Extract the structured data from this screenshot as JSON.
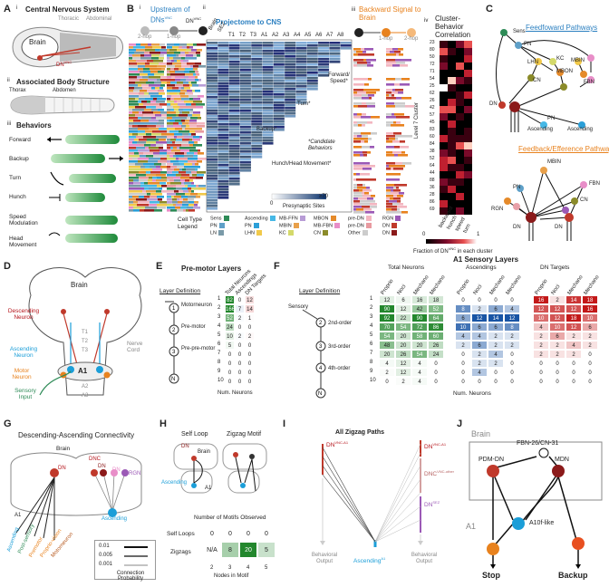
{
  "panelA": {
    "letter": "A",
    "i_label": "i",
    "i_title": "Central Nervous System",
    "thoracic": "Thoracic",
    "abdominal": "Abdominal",
    "brain": "Brain",
    "dn_vnc": "DN",
    "dn_sup": "VNC",
    "ii_label": "ii",
    "ii_title": "Associated Body Structure",
    "thorax": "Thorax",
    "abdomen": "Abdomen",
    "iii_label": "iii",
    "iii_title": "Behaviors",
    "behaviors": [
      "Forward",
      "Backup",
      "Turn",
      "Hunch",
      "Speed Modulation",
      "Head Movement"
    ]
  },
  "panelB": {
    "letter": "B",
    "i_label": "i",
    "i_title": "Upstream of DNs",
    "i_sup": "VNC",
    "hop2": "2-hop",
    "hop1": "1-hop",
    "dn": "DN",
    "dn_sup": "VNC",
    "ii_label": "ii",
    "ii_title": "Projectome to CNS",
    "segments": [
      "Brain",
      "SEZ",
      "T1",
      "T2",
      "T3",
      "A1",
      "A2",
      "A3",
      "A4",
      "A5",
      "A6",
      "A7",
      "A8"
    ],
    "forward_speed": "Forward/ Speed*",
    "turn": "Turn*",
    "backup": "Backup*",
    "candidate": "*Candidate Behaviors",
    "hunch": "Hunch/Head Movement*",
    "colorbar_min": "0",
    "colorbar_max": "≥70",
    "colorbar_label": "Presynaptic Sites",
    "iii_label": "iii",
    "iii_title": "Backward Signal to Brain",
    "iii_hop1": "1-hop",
    "iii_hop2": "2-hop",
    "iv_label": "iv",
    "iv_title": "Cluster-Behavior Correlation",
    "cluster_axis": "Level 7 Cluster",
    "cluster_ids": [
      "23",
      "80",
      "50",
      "72",
      "71",
      "54",
      "25",
      "62",
      "26",
      "42",
      "57",
      "45",
      "83",
      "60",
      "84",
      "38",
      "52",
      "64",
      "44",
      "88",
      "36",
      "28",
      "86",
      "69"
    ],
    "iv_cols": [
      "backward",
      "hunch",
      "speed",
      "turn"
    ],
    "iv_scale_min": "0",
    "iv_scale_max": "1",
    "iv_caption": "Fraction of DN",
    "iv_caption_sup": "VNC",
    "iv_caption_tail": " in each cluster",
    "legend_title": "Cell Type Legend",
    "legend": [
      {
        "label": "Sens",
        "color": "#2e8b57"
      },
      {
        "label": "PN",
        "color": "#5fa0c8"
      },
      {
        "label": "LN",
        "color": "#7a9aa8"
      },
      {
        "label": "Ascending",
        "color": "#46b8e6"
      },
      {
        "label": "PN",
        "color": "#2a9fd8"
      },
      {
        "label": "LHN",
        "color": "#f1c94a"
      },
      {
        "label": "MB-FFN",
        "color": "#b89cd6"
      },
      {
        "label": "MBIN",
        "color": "#e8a04a"
      },
      {
        "label": "KC",
        "color": "#d4d96a"
      },
      {
        "label": "MBON",
        "color": "#e58a2a"
      },
      {
        "label": "MB-FBN",
        "color": "#e88ec8"
      },
      {
        "label": "CN",
        "color": "#8b8b2a"
      },
      {
        "label": "pre-DN",
        "color": "#f3b6c0"
      },
      {
        "label": "pre-DN",
        "color": "#e89aa0"
      },
      {
        "label": "Other",
        "color": "#cccccc"
      },
      {
        "label": "RGN",
        "color": "#9b59b6"
      },
      {
        "label": "DN",
        "color": "#c0392b"
      },
      {
        "label": "DN",
        "color": "#8b1a1a"
      }
    ]
  },
  "panelC": {
    "letter": "C",
    "ff_title": "Feedfoward Pathways",
    "fb_title": "Feedback/Efference Pathways",
    "ff_nodes": [
      "Sens",
      "PN",
      "LHN",
      "KC",
      "MBON",
      "MBIN",
      "CN",
      "FBN",
      "DN",
      "PN",
      "Ascending",
      "Ascending"
    ],
    "fb_nodes": [
      "MBIN",
      "PN",
      "RGN",
      "FBN",
      "CN",
      "DN",
      "DN"
    ]
  },
  "panelD": {
    "letter": "D",
    "brain": "Brain",
    "descending": "Descending Neuron",
    "ascending": "Ascending Neuron",
    "motor": "Motor Neuron",
    "sensory": "Sensory Input",
    "nerve_cord": "Nerve Cord",
    "a1": "A1",
    "segs": [
      "T1",
      "T2",
      "T3",
      "A2",
      "A3"
    ]
  },
  "panelE": {
    "letter": "E",
    "title": "Pre-motor Layers",
    "layer_def": "Layer Definition",
    "layers": [
      "Motorneuron",
      "Pre-motor",
      "Pre-pre-motor"
    ],
    "cols": [
      "Total Neurons",
      "Ascendings",
      "DN Targets"
    ],
    "rows": [
      "1",
      "2",
      "3",
      "4",
      "5",
      "6",
      "7",
      "8",
      "9",
      "10"
    ],
    "values": [
      [
        "82",
        "0",
        "12"
      ],
      [
        "166",
        "7",
        "14"
      ],
      [
        "52",
        "2",
        "1"
      ],
      [
        "24",
        "0",
        "0"
      ],
      [
        "10",
        "2",
        "2"
      ],
      [
        "5",
        "0",
        "0"
      ],
      [
        "0",
        "0",
        "0"
      ],
      [
        "0",
        "0",
        "0"
      ],
      [
        "0",
        "0",
        "0"
      ],
      [
        "0",
        "0",
        "0"
      ]
    ],
    "xlabel": "Num. Neurons"
  },
  "panelF": {
    "letter": "F",
    "title": "A1 Sensory Layers",
    "layer_def": "Layer Definition",
    "sensory": "Sensory",
    "layers": [
      "2nd-order",
      "3rd-order",
      "4th-order"
    ],
    "col_groups": [
      "Total Neurons",
      "Ascendings",
      "DN Targets"
    ],
    "cols": [
      "Proprio",
      "Noci",
      "Mechano",
      "Mechano"
    ],
    "rows": [
      "1",
      "2",
      "3",
      "4",
      "5",
      "6",
      "7",
      "8",
      "9",
      "10"
    ],
    "total": [
      [
        "12",
        "6",
        "16",
        "18"
      ],
      [
        "90",
        "12",
        "42",
        "52"
      ],
      [
        "92",
        "22",
        "90",
        "64"
      ],
      [
        "70",
        "54",
        "72",
        "86"
      ],
      [
        "54",
        "20",
        "58",
        "60"
      ],
      [
        "48",
        "20",
        "20",
        "26"
      ],
      [
        "20",
        "26",
        "54",
        "24"
      ],
      [
        "4",
        "12",
        "4",
        "0"
      ],
      [
        "2",
        "12",
        "4",
        "0"
      ],
      [
        "0",
        "2",
        "4",
        "0"
      ]
    ],
    "asc": [
      [
        "0",
        "0",
        "0",
        "0"
      ],
      [
        "8",
        "2",
        "6",
        "4"
      ],
      [
        "6",
        "12",
        "14",
        "12"
      ],
      [
        "10",
        "6",
        "6",
        "8"
      ],
      [
        "4",
        "4",
        "2",
        "2"
      ],
      [
        "2",
        "6",
        "2",
        "2"
      ],
      [
        "0",
        "2",
        "4",
        "0"
      ],
      [
        "0",
        "2",
        "2",
        "0"
      ],
      [
        "0",
        "4",
        "0",
        "0"
      ],
      [
        "0",
        "0",
        "0",
        "0"
      ]
    ],
    "dn": [
      [
        "16",
        "2",
        "14",
        "18"
      ],
      [
        "12",
        "12",
        "12",
        "16"
      ],
      [
        "10",
        "12",
        "18",
        "10"
      ],
      [
        "4",
        "10",
        "12",
        "6"
      ],
      [
        "2",
        "6",
        "2",
        "2"
      ],
      [
        "2",
        "2",
        "4",
        "2"
      ],
      [
        "2",
        "2",
        "2",
        "0"
      ],
      [
        "0",
        "0",
        "0",
        "0"
      ],
      [
        "0",
        "0",
        "0",
        "0"
      ],
      [
        "0",
        "0",
        "0",
        "0"
      ]
    ],
    "xlabel": "Num. Neurons"
  },
  "panelG": {
    "letter": "G",
    "title": "Descending-Ascending Connectivity",
    "brain": "Brain",
    "a1": "A1",
    "dn": "DN",
    "fan": [
      "Ascending",
      "Post-sensory",
      "Premotor",
      "Proprio-vision",
      "Motorneuron"
    ],
    "right_nodes": [
      "DNC",
      "DN",
      "DN",
      "RGN",
      "Ascending"
    ],
    "conn_title": "Connection Probability",
    "conn_vals": [
      "0.01",
      "0.005",
      "0.001"
    ]
  },
  "panelH": {
    "letter": "H",
    "self_loop": "Self Loop",
    "zigzag": "Zigzag Motif",
    "brain": "Brain",
    "a1": "A1",
    "dn": "DN",
    "ascending": "Ascending",
    "table_title": "Number of Motifs Observed",
    "rows": [
      "Self Loops",
      "Zigzags"
    ],
    "self_vals": [
      "0",
      "0",
      "0",
      "0"
    ],
    "zig_vals": [
      "N/A",
      "8",
      "20",
      "5"
    ],
    "cols": [
      "2",
      "3",
      "4",
      "5"
    ],
    "xlabel": "Nodes in Motif"
  },
  "panelI": {
    "letter": "I",
    "title": "All Zigzag Paths",
    "dn_left": "DN",
    "dn_left_sup": "VNC-A1",
    "right": [
      "DN",
      "DNC",
      "DN"
    ],
    "right_sup": [
      "VNC-A1",
      "VNC-other",
      "SEZ"
    ],
    "ascending": "Ascending",
    "asc_sup": "A1",
    "beh_out": "Behavioral Output"
  },
  "panelJ": {
    "letter": "J",
    "brain": "Brain",
    "a1": "A1",
    "nodes": [
      "FBN-26/CN-31",
      "PDM-DN",
      "MDN",
      "A10f-like"
    ],
    "stop": "Stop",
    "backup": "Backup"
  }
}
